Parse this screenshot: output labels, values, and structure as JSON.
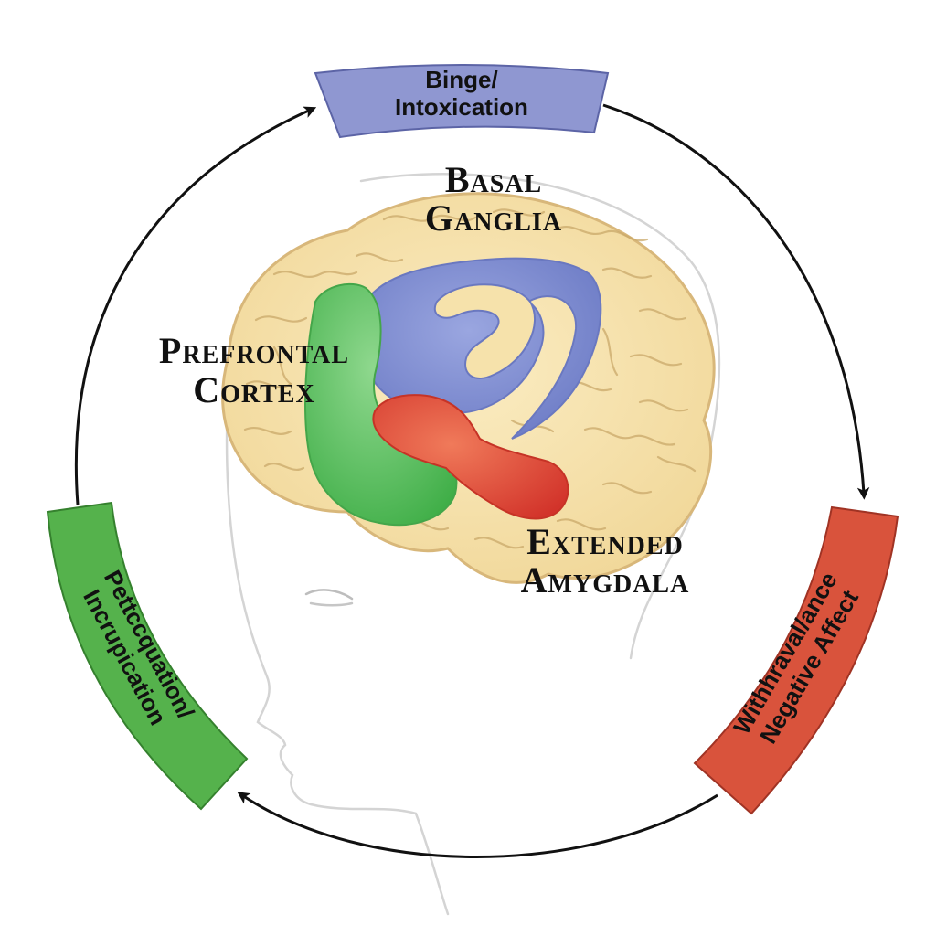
{
  "regions": {
    "basal_ganglia": {
      "line1": "Basal",
      "line2": "Ganglia",
      "color": "#7e8ccf"
    },
    "prefrontal_cortex": {
      "line1": "Prefrontal",
      "line2": "Cortex",
      "color": "#5cbf5f"
    },
    "extended_amygdala": {
      "line1": "Extended",
      "line2": "Amygdala",
      "color": "#e0503a"
    }
  },
  "stages": {
    "binge": {
      "line1": "Binge/",
      "line2": "Intoxication",
      "color": "#8f97d1"
    },
    "withdrawal": {
      "line1": "Withhraval/ance",
      "line2": "Negative Affect",
      "color": "#d9533c"
    },
    "preoccupation": {
      "line1": "Pettccquation/",
      "line2": "Incrupication",
      "color": "#55b24c"
    }
  },
  "colors": {
    "brain": "#f6e2ab",
    "cycle_arrow": "#111111",
    "head_outline": "#cfcfcf"
  }
}
